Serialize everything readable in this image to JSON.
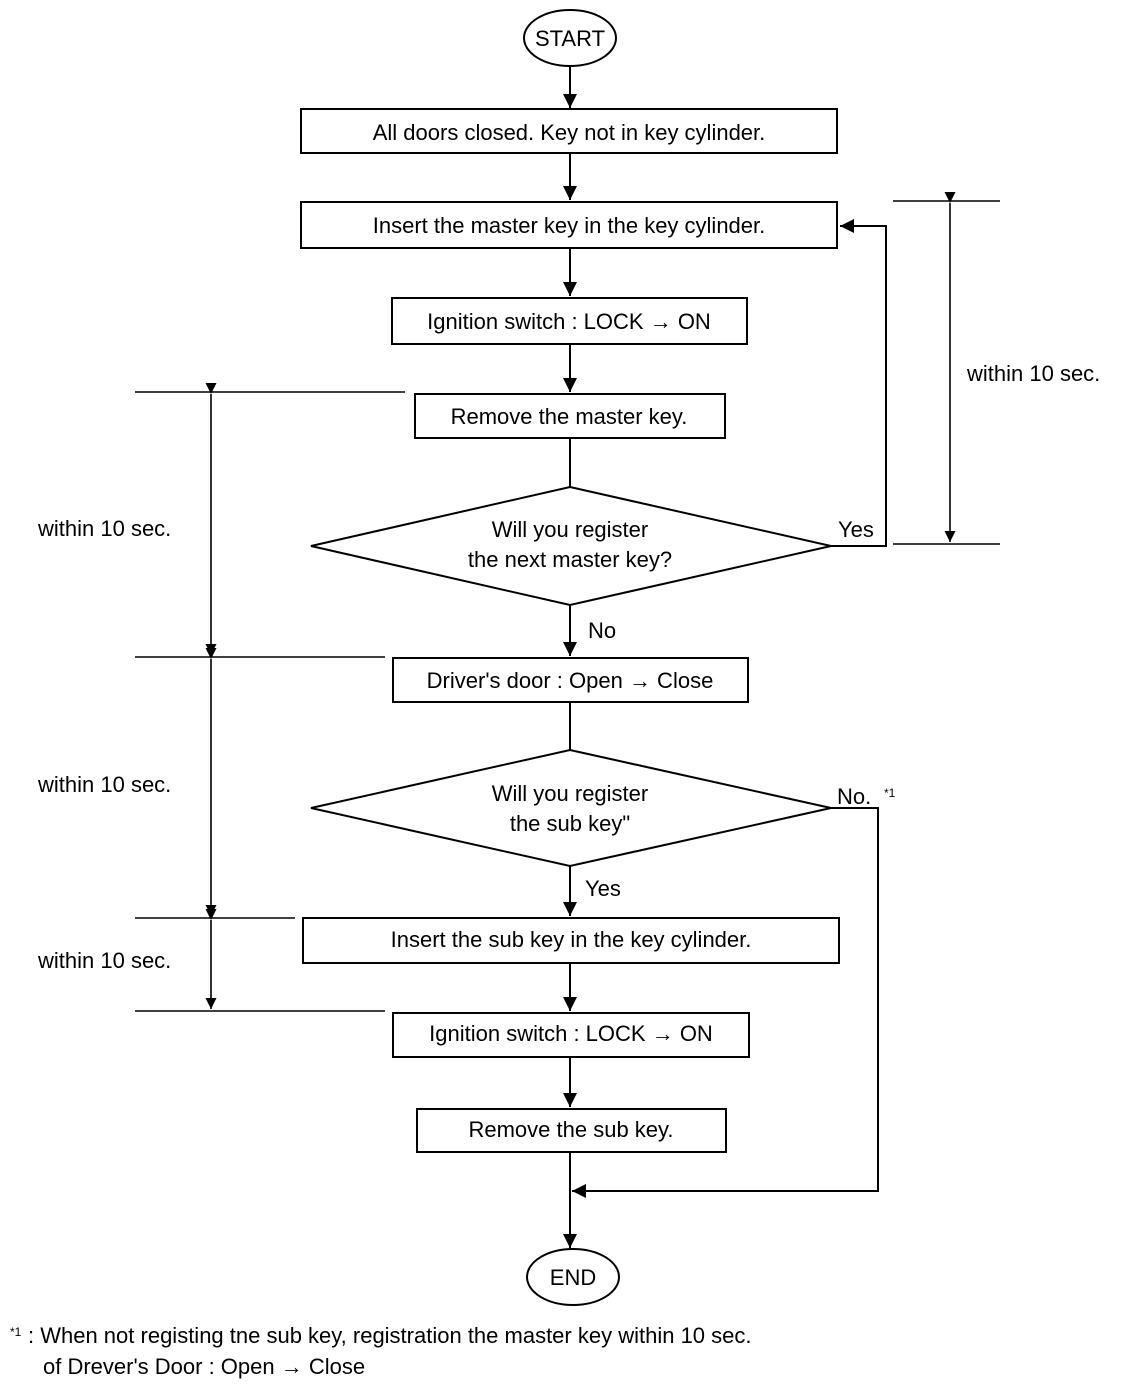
{
  "flowchart": {
    "start": "START",
    "end": "END",
    "steps": {
      "all_closed": "All doors closed. Key not in key cylinder.",
      "insert_master": "Insert the master key in the key cylinder.",
      "ignition_1": "Ignition switch : LOCK → ON",
      "remove_master": "Remove the master key.",
      "drivers_door": "Driver's door : Open → Close",
      "insert_sub": "Insert the sub key in the key cylinder.",
      "ignition_2": "Ignition switch : LOCK → ON",
      "remove_sub": "Remove the sub key."
    },
    "decisions": {
      "next_master_line1": "Will you register",
      "next_master_line2": "the next master key?",
      "sub_key_line1": "Will you register",
      "sub_key_line2": "the sub key\""
    },
    "branch_labels": {
      "yes_1": "Yes",
      "no_1": "No",
      "no_2": "No.",
      "no_2_mark": "*1",
      "yes_2": "Yes"
    },
    "timing": {
      "right": "within 10 sec.",
      "left_1": "within 10 sec.",
      "left_2": "within 10 sec.",
      "left_3": "within 10 sec."
    },
    "footnote": {
      "mark": "*1",
      "line1": ": When not registing tne sub key, registration the master key within 10 sec.",
      "line2": "of Drever's Door : Open → Close"
    }
  }
}
